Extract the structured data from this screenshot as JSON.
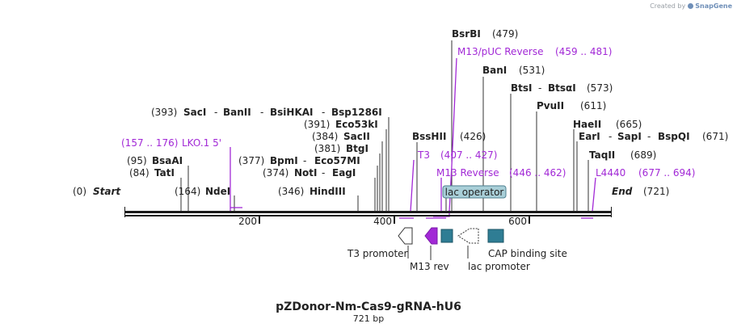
{
  "credit": {
    "prefix": "Created by",
    "brand": "SnapGene"
  },
  "title": "pZDonor-Nm-Cas9-gRNA-hU6",
  "length": "721 bp",
  "start_label": {
    "pos": "(0)",
    "name": "Start"
  },
  "end_label": {
    "name": "End",
    "pos": "(721)"
  },
  "ticks": [
    "200",
    "400",
    "600"
  ],
  "sites": {
    "bsrbi": {
      "name": "BsrBI",
      "pos": "(479)"
    },
    "bani": {
      "name": "BanI",
      "pos": "(531)"
    },
    "btsi": {
      "name": "BtsI",
      "sep": "-",
      "name2": "BtsαI",
      "pos": "(573)"
    },
    "pvuii": {
      "name": "PvuII",
      "pos": "(611)"
    },
    "haeii": {
      "name": "HaeII",
      "pos": "(665)"
    },
    "eari": {
      "name": "EarI",
      "sep1": "-",
      "name2": "SapI",
      "sep2": "-",
      "name3": "BspQI",
      "pos": "(671)"
    },
    "taqii": {
      "name": "TaqII",
      "pos": "(689)"
    },
    "bsshii": {
      "name": "BssHII",
      "pos": "(426)"
    },
    "saci": {
      "pos": "(393)",
      "name": "SacI",
      "sep1": "-",
      "name2": "BanII",
      "sep2": "-",
      "name3": "BsiHKAI",
      "sep3": "-",
      "name4": "Bsp1286I"
    },
    "eco53ki": {
      "pos": "(391)",
      "name": "Eco53kI"
    },
    "sacii": {
      "pos": "(384)",
      "name": "SacII"
    },
    "btgi": {
      "pos": "(381)",
      "name": "BtgI"
    },
    "bpmi": {
      "pos": "(377)",
      "name": "BpmI",
      "sep": "-",
      "name2": "Eco57MI"
    },
    "noti": {
      "pos": "(374)",
      "name": "NotI",
      "sep": "-",
      "name2": "EagI"
    },
    "hindiii": {
      "pos": "(346)",
      "name": "HindIII"
    },
    "bsaai": {
      "pos": "(95)",
      "name": "BsaAI"
    },
    "tati": {
      "pos": "(84)",
      "name": "TatI"
    },
    "ndei": {
      "pos": "(164)",
      "name": "NdeI"
    }
  },
  "primers": {
    "m13puc": {
      "name": "M13/pUC Reverse",
      "range": "(459 .. 481)"
    },
    "lko1": {
      "range": "(157 .. 176)",
      "name": "LKO.1 5'"
    },
    "t3": {
      "name": "T3",
      "range": "(407 .. 427)"
    },
    "m13rev": {
      "name": "M13 Reverse",
      "range": "(446 .. 462)"
    },
    "l4440": {
      "name": "L4440",
      "range": "(677 .. 694)"
    }
  },
  "features": {
    "lac_operator": "lac operator",
    "t3_promoter": "T3 promoter",
    "m13_rev": "M13 rev",
    "lac_promoter": "lac promoter",
    "cap_site": "CAP binding site"
  },
  "colors": {
    "primer": "#a229d6",
    "feature": "#2f7d94",
    "lac_operator": "#a9cfd8",
    "backbone": "#1a1a1a"
  }
}
